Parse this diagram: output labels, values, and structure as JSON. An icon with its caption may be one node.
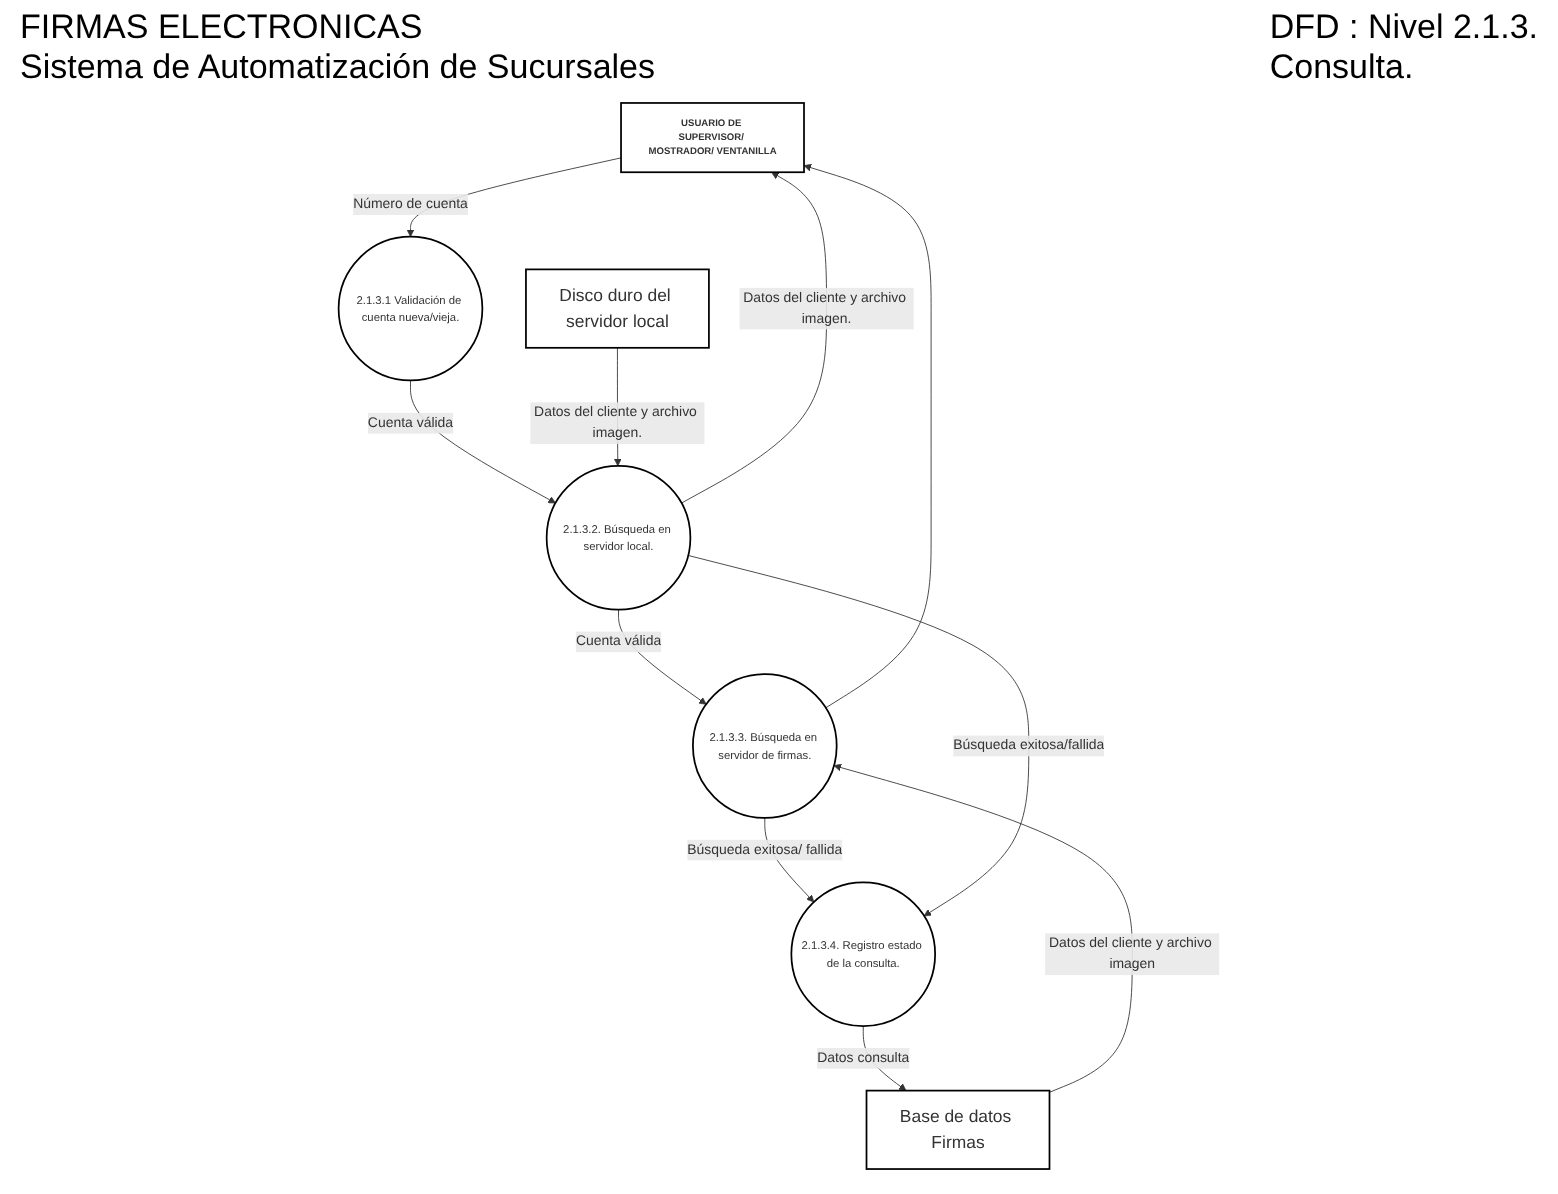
{
  "diagram": {
    "title": "FIRMAS ELECTRONICAS",
    "nodes": [
      {
        "text": [
          "USUARIO DE SUPERVISOR/ MOSTRADOR/ VENTANILLA"
        ]
      },
      {
        "text": [
          "2.1.3.3. Búsqueda en servidor de firmas."
        ]
      },
      {
        "text": [
          "Base de datos Firmas"
        ]
      },
      {
        "text": [
          "2.1.3.1 Validación de cuenta nueva/vieja."
        ]
      },
      {
        "text": [
          "2.1.3.4. Registro estado de la consulta."
        ]
      },
      {
        "text": [
          "2.1.3.2. Búsqueda en servidor local."
        ]
      },
      {
        "text": [
          "Disco duro del servidor local"
        ]
      }
    ],
    "edges": [
      {
        "from": 0,
        "to": 3,
        "arrow": "to",
        "label": "Número de cuenta"
      },
      {
        "from": 2,
        "to": 1,
        "arrow": "to",
        "label": "Datos del cliente y archivo imagen"
      },
      {
        "from": 1,
        "to": 0,
        "arrow": "to"
      },
      {
        "from": 1,
        "to": 4,
        "arrow": "to",
        "label": "Búsqueda exitosa/ fallida"
      },
      {
        "from": 5,
        "to": 0,
        "arrow": "to",
        "label": "Datos del cliente y archivo imagen."
      },
      {
        "from": 3,
        "to": 5,
        "arrow": "to",
        "label": "Cuenta válida"
      },
      {
        "from": 5,
        "to": 1,
        "arrow": "to",
        "label": "Cuenta válida"
      },
      {
        "from": 6,
        "to": 5,
        "arrow": "to",
        "label": "Datos del cliente y archivo imagen."
      },
      {
        "from": 5,
        "to": 4,
        "arrow": "to",
        "label": "Búsqueda exitosa/fallida"
      },
      {
        "from": 4,
        "to": 2,
        "arrow": "to",
        "label": "Datos consulta"
      }
    ],
    "labels": [
      "Sistema de Automatización de Sucursales",
      "DFD : Nivel 2.1.3.",
      "Consulta."
    ]
  }
}
